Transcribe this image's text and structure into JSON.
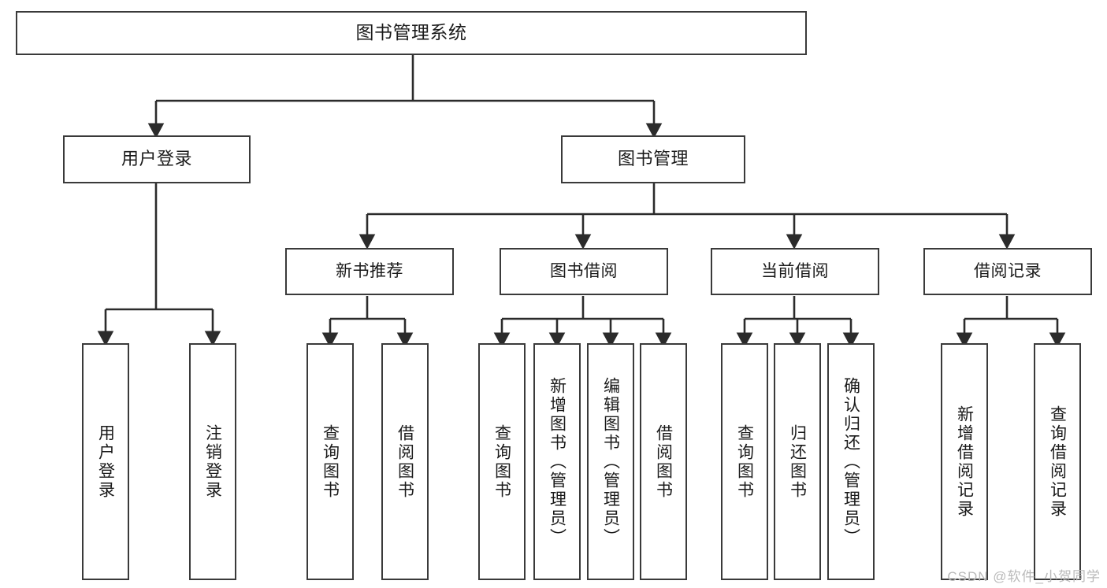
{
  "diagram": {
    "type": "hierarchy-tree",
    "title": "图书管理系统",
    "watermark": "CSDN @软件_小贺同学",
    "colors": {
      "box_border": "#3a3a3a",
      "box_fill": "#ffffff",
      "connector": "#2b2b2b",
      "text": "#1a1a1a",
      "watermark": "#b9b9b9",
      "background": "#ffffff"
    },
    "nodes": {
      "root": {
        "label": "图书管理系统"
      },
      "level1": [
        {
          "label": "用户登录"
        },
        {
          "label": "图书管理"
        }
      ],
      "level2": [
        {
          "label": "新书推荐"
        },
        {
          "label": "图书借阅"
        },
        {
          "label": "当前借阅"
        },
        {
          "label": "借阅记录"
        }
      ],
      "leaves": {
        "user_login": [
          {
            "label": "用户登录"
          },
          {
            "label": "注销登录"
          }
        ],
        "new_book_recommend": [
          {
            "label": "查询图书"
          },
          {
            "label": "借阅图书"
          }
        ],
        "book_borrow": [
          {
            "label": "查询图书"
          },
          {
            "label": "新增图书（管理员）"
          },
          {
            "label": "编辑图书（管理员）"
          },
          {
            "label": "借阅图书"
          }
        ],
        "current_borrow": [
          {
            "label": "查询图书"
          },
          {
            "label": "归还图书"
          },
          {
            "label": "确认归还（管理员）"
          }
        ],
        "borrow_record": [
          {
            "label": "新增借阅记录"
          },
          {
            "label": "查询借阅记录"
          }
        ]
      }
    }
  }
}
